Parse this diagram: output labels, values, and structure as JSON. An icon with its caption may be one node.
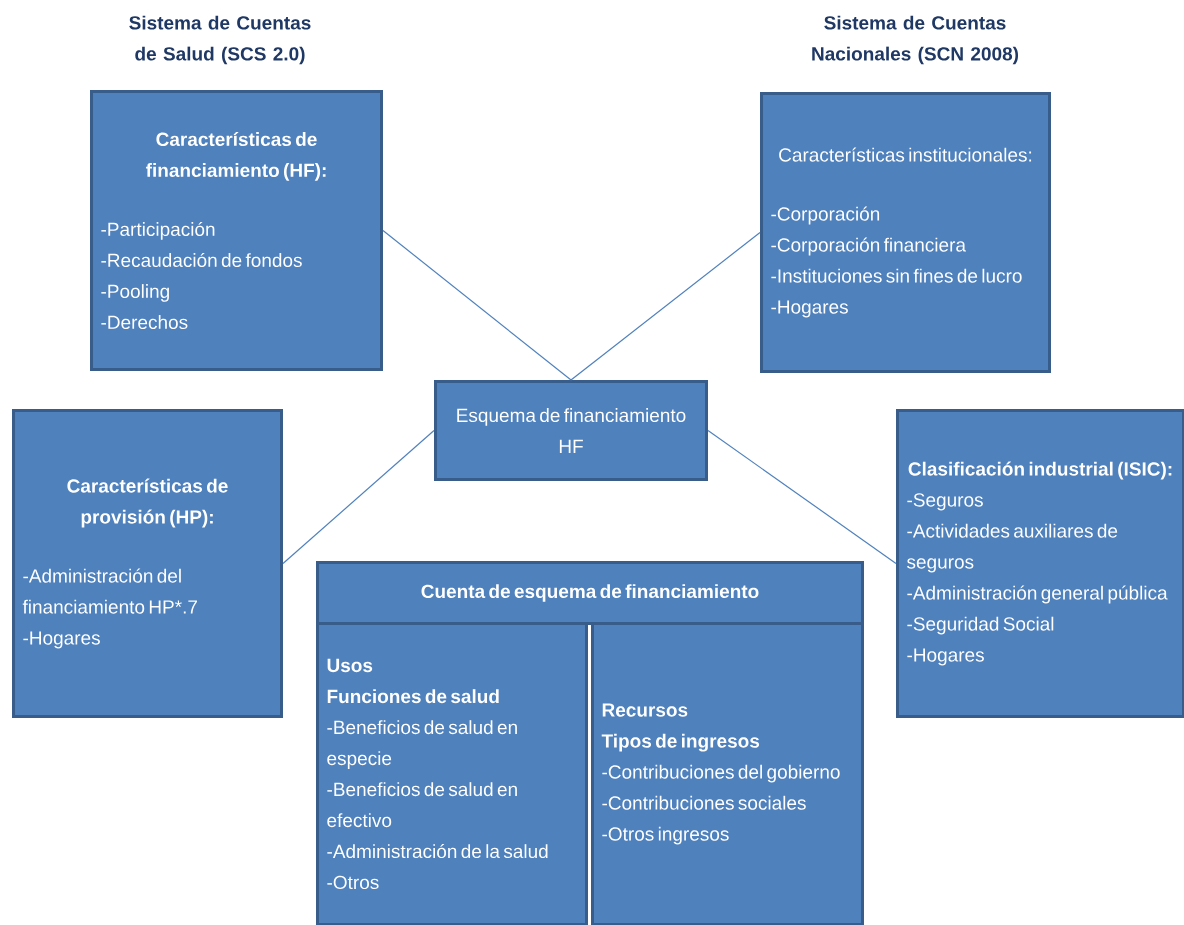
{
  "diagram": {
    "nodes": [
      {
        "text": [
          "Características de financiamiento (HF):",
          "-Participación",
          "-Recaudación de fondos",
          "-Pooling",
          "-Derechos"
        ]
      },
      {
        "text": [
          "Características institucionales:",
          "-Corporación",
          "-Corporación financiera",
          "-Instituciones sin fines de lucro",
          "-Hogares"
        ]
      },
      {
        "text": [
          "Esquema de financiamiento HF"
        ]
      },
      {
        "text": [
          "Características de provisión (HP):",
          "-Administración del financiamiento HP*.7",
          "-Hogares"
        ]
      },
      {
        "text": [
          "Clasificación industrial (ISIC):",
          "-Seguros",
          "-Actividades auxiliares de seguros",
          "-Administración general pública",
          "-Seguridad Social",
          "-Hogares"
        ]
      },
      {
        "text": [
          "Cuenta de esquema de financiamiento"
        ]
      },
      {
        "text": [
          "Usos",
          "Funciones de salud",
          "-Beneficios de salud en especie",
          "-Beneficios de salud en efectivo",
          "-Administración de la salud",
          "-Otros"
        ]
      },
      {
        "text": [
          "Recursos",
          "Tipos de ingresos",
          "-Contribuciones del gobierno",
          "-Contribuciones sociales",
          "-Otros ingresos"
        ]
      }
    ],
    "edges": [
      {
        "from": 0,
        "to": 2,
        "arrow": "none"
      },
      {
        "from": 1,
        "to": 2,
        "arrow": "none"
      },
      {
        "from": 3,
        "to": 2,
        "arrow": "none"
      },
      {
        "from": 4,
        "to": 2,
        "arrow": "none"
      }
    ],
    "labels": [
      "Sistema de Cuentas de Salud (SCS 2.0)",
      "Sistema de Cuentas Nacionales (SCN 2008)"
    ]
  }
}
